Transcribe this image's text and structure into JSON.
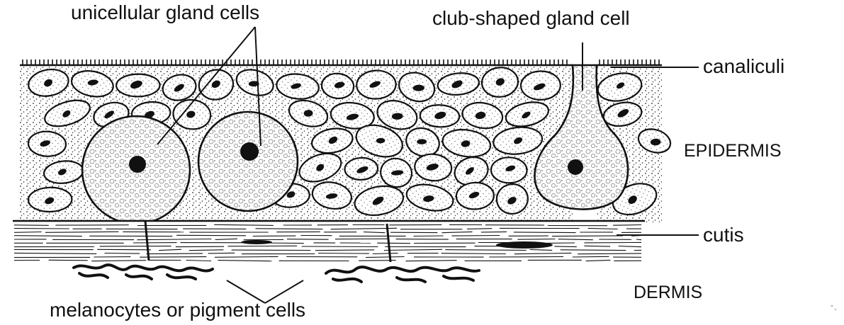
{
  "labels": {
    "unicellular_gland_cells": "unicellular gland cells",
    "club_shaped_gland_cell": "club-shaped gland cell",
    "canaliculi": "canaliculi",
    "epidermis": "EPIDERMIS",
    "cutis": "cutis",
    "dermis": "DERMIS",
    "melanocytes": "melanocytes or pigment cells"
  },
  "colors": {
    "ink": "#111111",
    "stipple": "#2a2a2a",
    "background": "#ffffff"
  }
}
